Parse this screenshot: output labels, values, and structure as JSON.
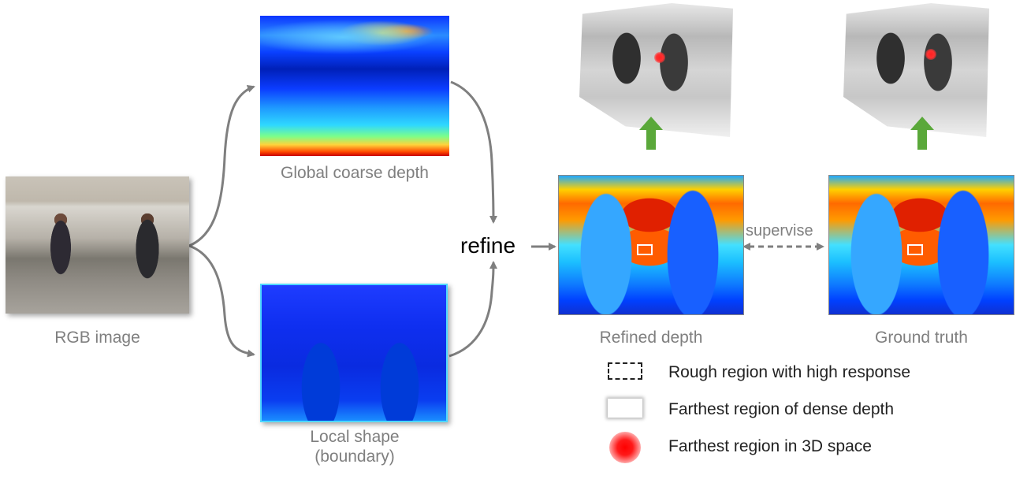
{
  "nodes": {
    "rgb_image": {
      "caption": "RGB image"
    },
    "global_coarse_depth": {
      "caption": "Global coarse depth"
    },
    "local_shape": {
      "caption_line1": "Local shape",
      "caption_line2": "(boundary)"
    },
    "refine": {
      "label": "refine"
    },
    "refined_depth": {
      "caption": "Refined depth"
    },
    "ground_truth": {
      "caption": "Ground truth"
    }
  },
  "edges": {
    "supervise": {
      "label": "supervise"
    }
  },
  "legend": [
    {
      "icon": "dashed-box-icon",
      "label": "Rough region with high response"
    },
    {
      "icon": "white-box-icon",
      "label": "Farthest region of dense depth"
    },
    {
      "icon": "red-dot-icon",
      "label": "Farthest region in 3D space"
    }
  ],
  "colors": {
    "arrow_gray": "#7f7f7f",
    "up_arrow_green": "#5aa83a",
    "caption_gray": "#7f7f7f"
  }
}
